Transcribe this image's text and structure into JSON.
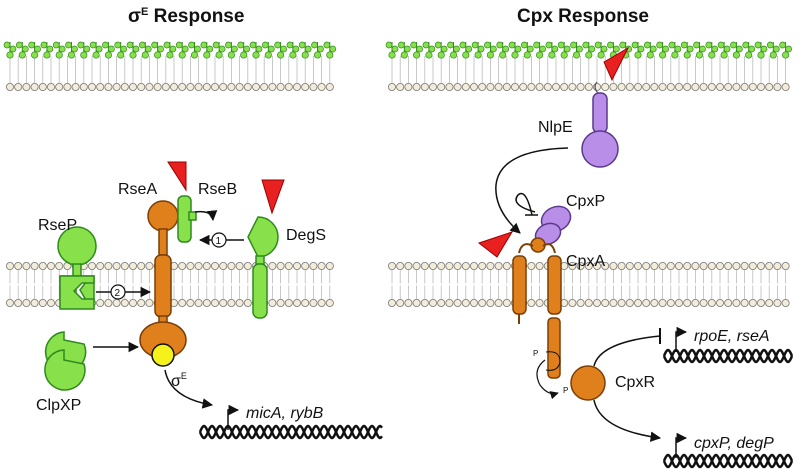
{
  "panels": {
    "sigma": {
      "title_main": "σ",
      "title_sup": "E",
      "title_rest": " Response",
      "labels": {
        "rsea": "RseA",
        "rseb": "RseB",
        "degs": "DegS",
        "rsep": "RseP",
        "clpxp": "ClpXP",
        "sigma_main": "σ",
        "sigma_sup": "E",
        "step1": "1",
        "step2": "2",
        "genes": "micA, rybB"
      }
    },
    "cpx": {
      "title": "Cpx Response",
      "labels": {
        "nlpe": "NlpE",
        "cpxp": "CpxP",
        "cpxa": "CpxA",
        "cpxr": "CpxR",
        "phos1": "P",
        "phos2": "P",
        "genes1": "rpoE, rseA",
        "genes2": "cpxP, degP"
      }
    }
  },
  "colors": {
    "green": "#88e04a",
    "green_dark": "#2f8a1e",
    "orange": "#e0801c",
    "orange_dark": "#7a3f05",
    "purple": "#b98ee8",
    "purple_dark": "#5a3a8a",
    "yellow": "#f4f21a",
    "red": "#e82020",
    "lipid_head": "#f2ecd8",
    "lipid_edge": "#777777"
  }
}
